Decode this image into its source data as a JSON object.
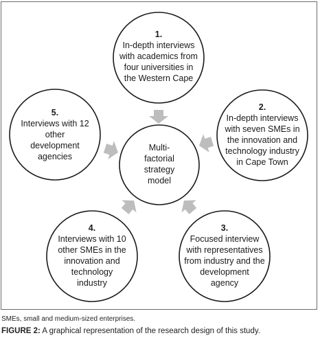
{
  "diagram": {
    "center": {
      "lines": [
        "Multi-",
        "factorial",
        "strategy",
        "model"
      ]
    },
    "nodes": [
      {
        "number": "1.",
        "lines": [
          "In-depth interviews",
          "with academics from",
          "four universities in",
          "the Western Cape"
        ]
      },
      {
        "number": "2.",
        "lines": [
          "In-depth interviews",
          "with seven SMEs in",
          "the innovation and",
          "technology industry",
          "in Cape Town"
        ]
      },
      {
        "number": "3.",
        "lines": [
          "Focused interview",
          "with representatives",
          "from industry and the",
          "development",
          "agency"
        ]
      },
      {
        "number": "4.",
        "lines": [
          "Interviews with 10",
          "other SMEs in the",
          "innovation and",
          "technology",
          "industry"
        ]
      },
      {
        "number": "5.",
        "lines": [
          "Interviews with 12",
          "other",
          "development",
          "agencies"
        ]
      }
    ],
    "colors": {
      "circle_stroke": "#1a1a1a",
      "arrow_fill": "#bdbdbd",
      "frame": "#6b6b6b"
    }
  },
  "footnote": "SMEs, small and medium-sized enterprises.",
  "caption": {
    "label": "FIGURE 2:",
    "text": " A graphical representation of the research design of this study."
  }
}
